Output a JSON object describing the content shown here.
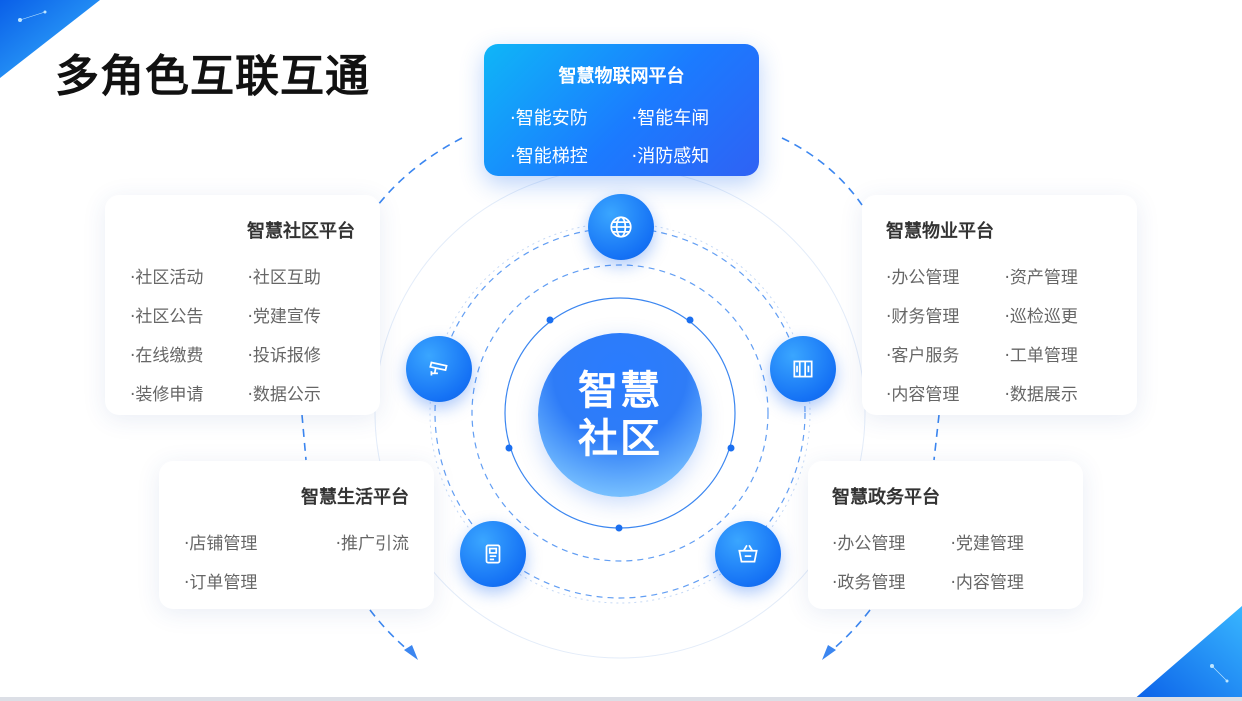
{
  "title": "多角色互联互通",
  "center": {
    "line1": "智慧",
    "line2": "社区"
  },
  "platforms": {
    "iot": {
      "title": "智慧物联网平台",
      "items": [
        "·智能安防",
        "·智能车闸",
        "·智能梯控",
        "·消防感知"
      ],
      "icon": "globe-icon"
    },
    "community": {
      "title": "智慧社区平台",
      "items": [
        "·社区活动",
        "·社区互助",
        "·社区公告",
        "·党建宣传",
        "·在线缴费",
        "·投诉报修",
        "·装修申请",
        "·数据公示"
      ],
      "icon": "camera-icon"
    },
    "property": {
      "title": "智慧物业平台",
      "items": [
        "·办公管理",
        "·资产管理",
        "·财务管理",
        "·巡检巡更",
        "·客户服务",
        "·工单管理",
        "·内容管理",
        "·数据展示"
      ],
      "icon": "building-icon"
    },
    "life": {
      "title": "智慧生活平台",
      "items": [
        "·店铺管理",
        "·推广引流",
        "·订单管理"
      ],
      "icon": "document-icon"
    },
    "gov": {
      "title": "智慧政务平台",
      "items": [
        "·办公管理",
        "·党建管理",
        "·政务管理",
        "·内容管理"
      ],
      "icon": "basket-icon"
    }
  },
  "colors": {
    "accent": "#1b7bff",
    "accent_light": "#0fb6f7",
    "dash": "#3b86f0"
  }
}
